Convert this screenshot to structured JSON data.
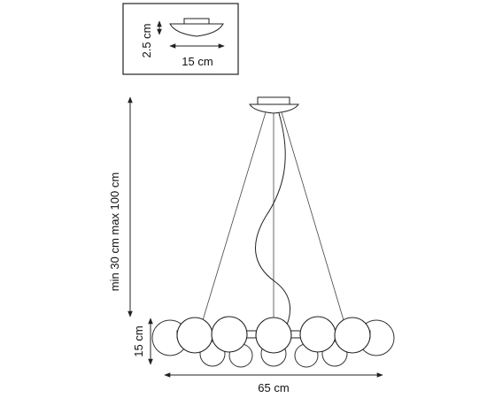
{
  "detail": {
    "height_label": "2.5 cm",
    "width_label": "15 cm"
  },
  "dimensions": {
    "overall_height_label": "min 30 cm max 100 cm",
    "globe_height_label": "15 cm",
    "overall_width_label": "65 cm"
  }
}
